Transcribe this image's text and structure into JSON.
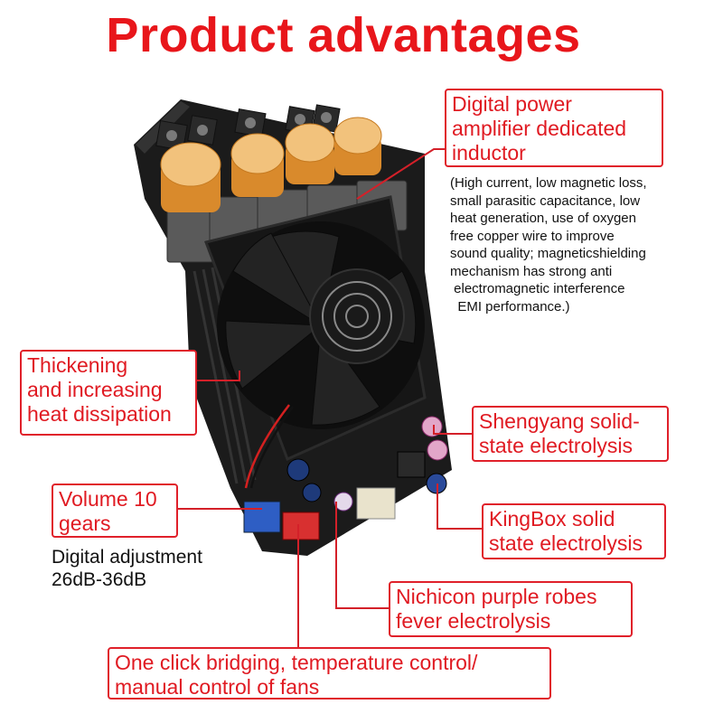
{
  "title": "Product advantages",
  "callouts": {
    "inductor": "Digital power\namplifier dedicated\ninductor",
    "inductor_note": "(High current, low magnetic loss,\nsmall parasitic capacitance, low\nheat generation, use of oxygen\nfree copper wire to improve\nsound quality; magneticshielding\nmechanism has strong anti\n electromagnetic interference\n  EMI performance.)",
    "heatsink": "Thickening\nand increasing\nheat dissipation",
    "shengyang": "Shengyang solid-\nstate electrolysis",
    "volume": "Volume 10\ngears",
    "digital": "Digital adjustment\n26dB-36dB",
    "kingbox": "KingBox solid\nstate electrolysis",
    "nichicon": "Nichicon purple robes\nfever electrolysis",
    "bridging": "One click bridging, temperature control/\nmanual control of fans"
  },
  "colors": {
    "accent": "#e0202a",
    "title": "#e8161b",
    "board": "#1c1c1c",
    "capacitor": "#e89a3a"
  }
}
